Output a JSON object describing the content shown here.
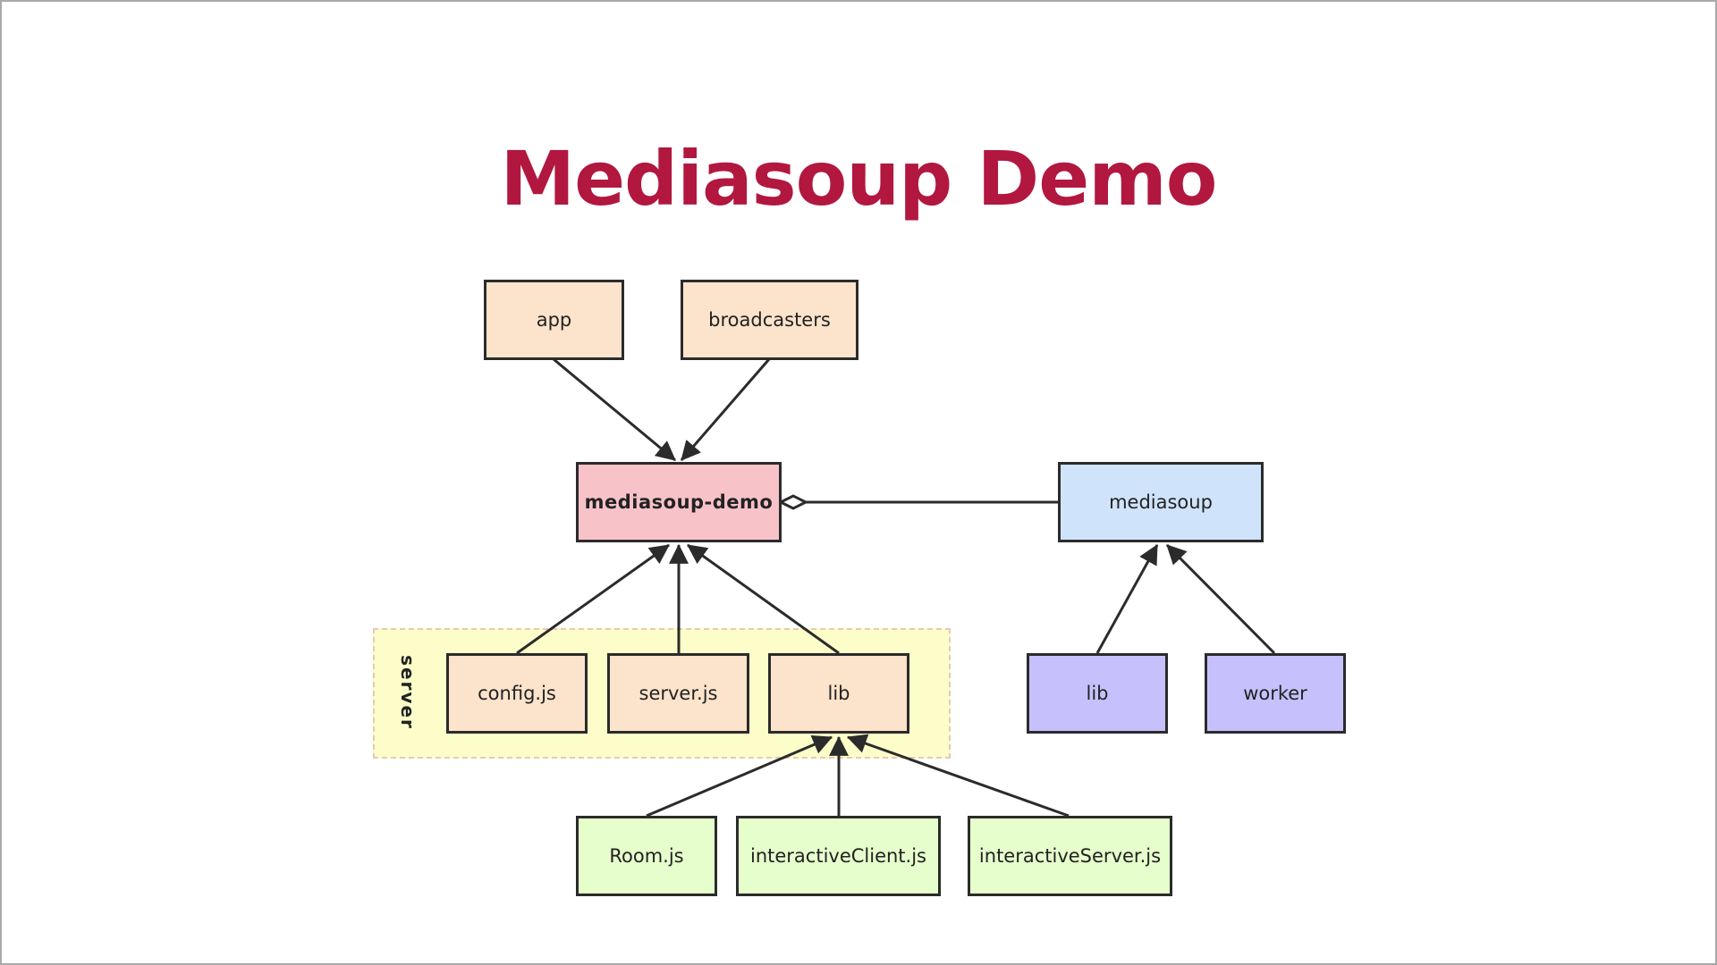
{
  "title": "Mediasoup Demo",
  "colors": {
    "title": "#b2173f",
    "peach": "#fce3cb",
    "pink": "#f8c2c9",
    "blue": "#cfe3fb",
    "violet": "#c6c1fc",
    "green": "#e6fdcc",
    "group": "#fdfdc9"
  },
  "group": {
    "label": "server"
  },
  "nodes": {
    "app": "app",
    "broadcasters": "broadcasters",
    "mediasoup_demo": "mediasoup-demo",
    "mediasoup": "mediasoup",
    "config_js": "config.js",
    "server_js": "server.js",
    "server_lib": "lib",
    "mediasoup_lib": "lib",
    "worker": "worker",
    "room_js": "Room.js",
    "interactive_client_js": "interactiveClient.js",
    "interactive_server_js": "interactiveServer.js"
  }
}
